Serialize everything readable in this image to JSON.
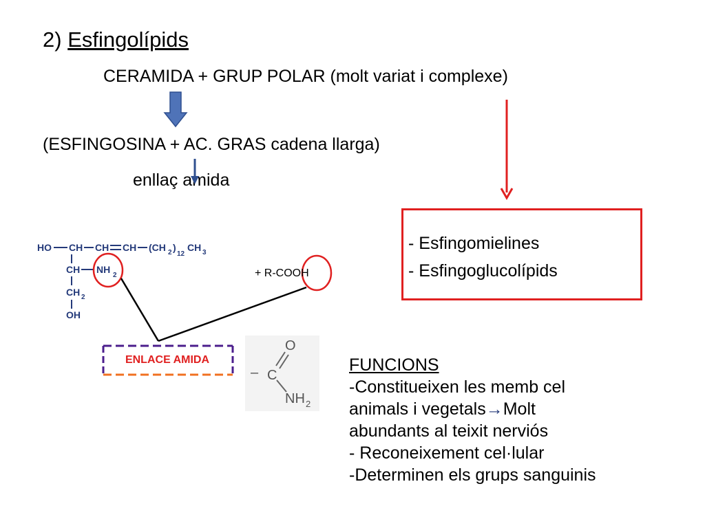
{
  "title": {
    "number": "2)",
    "name": "Esfingolípids"
  },
  "line1": "CERAMIDA + GRUP POLAR (molt variat i complexe)",
  "line2": "(ESFINGOSINA + AC. GRAS cadena llarga)",
  "line3": "enllaç amida",
  "box": {
    "item1": "- Esfingomielines",
    "item2": "- Esfingoglucolípids"
  },
  "rcooh": "+ R-COOH",
  "enlace_label": "ENLACE AMIDA",
  "formula": {
    "ho": "HO",
    "ch1": "CH",
    "ch2": "CH",
    "eq": "═",
    "ch3": "CH",
    "chain": "(CH",
    "two": "2",
    "close": ")",
    "twelve": "12",
    "ch3end": "CH",
    "three": "3",
    "ch_mid": "CH",
    "nh": "NH",
    "nh_sub": "2",
    "ch2_low": "CH",
    "ch2_low_sub": "2",
    "oh": "OH"
  },
  "amide_struct": {
    "o": "O",
    "c": "C",
    "nh": "NH",
    "sub": "2",
    "dash": "–"
  },
  "funcions": {
    "heading": "FUNCIONS",
    "l1": "-Constitueixen les memb cel",
    "l2a": "animals i vegetals",
    "arrow": "→",
    "l2b": "Molt",
    "l3": "abundants al teixit nerviós",
    "l4": "- Reconeixement cel·lular",
    "l5": "-Determinen els grups sanguinis"
  },
  "colors": {
    "red": "#e02020",
    "blue_arrow": "#4f73b8",
    "chem_blue": "#243a7a",
    "dash_purple": "#4b1e8c",
    "dash_orange": "#f07020"
  }
}
